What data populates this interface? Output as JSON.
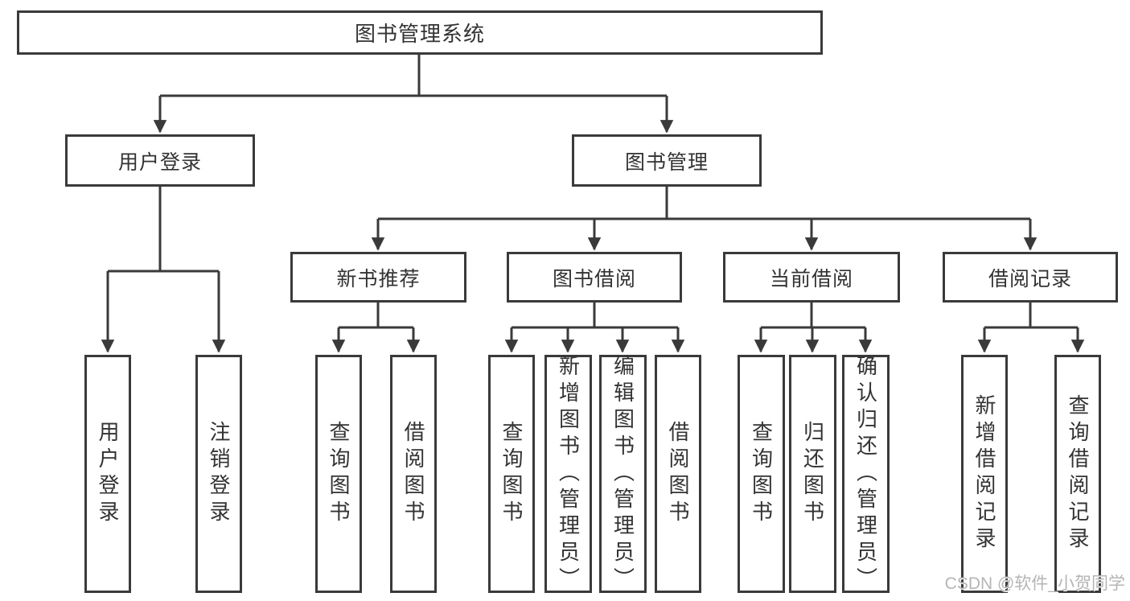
{
  "colors": {
    "line": "#3a3a3a",
    "box_border": "#3a3a3a",
    "text": "#333333",
    "watermark": "#b5b5b5",
    "background": "#ffffff"
  },
  "tree": {
    "root": {
      "label": "图书管理系统"
    },
    "userLogin": {
      "label": "用户登录",
      "children": {
        "login": "用户登录",
        "logout": "注销登录"
      }
    },
    "bookMgmt": {
      "label": "图书管理",
      "children": {
        "newBook": {
          "label": "新书推荐",
          "children": {
            "query": "查询图书",
            "borrow": "借阅图书"
          }
        },
        "bookBorrow": {
          "label": "图书借阅",
          "children": {
            "query": "查询图书",
            "add": "新增图书（管理员）",
            "edit": "编辑图书（管理员）",
            "borrow": "借阅图书"
          }
        },
        "currentBorrow": {
          "label": "当前借阅",
          "children": {
            "query": "查询图书",
            "return": "归还图书",
            "confirm": "确认归还（管理员）"
          }
        },
        "records": {
          "label": "借阅记录",
          "children": {
            "add": "新增借阅记录",
            "query": "查询借阅记录"
          }
        }
      }
    }
  },
  "watermark": {
    "text": "CSDN @软件_小贺同学"
  }
}
